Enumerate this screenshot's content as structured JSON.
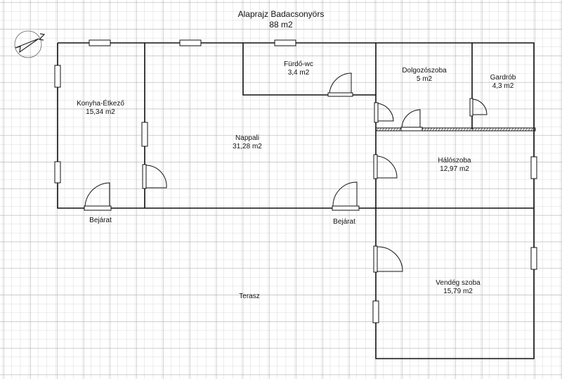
{
  "plan": {
    "title": "Alaprajz Badacsonyörs",
    "total_area": "88 m2",
    "rooms": [
      {
        "name": "Konyha-Étkező",
        "area": "15,34 m2"
      },
      {
        "name": "Nappali",
        "area": "31,28 m2"
      },
      {
        "name": "Fürdő-wc",
        "area": "3,4 m2"
      },
      {
        "name": "Dolgozószoba",
        "area": "5 m2"
      },
      {
        "name": "Gardrób",
        "area": "4,3 m2"
      },
      {
        "name": "Hálószoba",
        "area": "12,97 m2"
      },
      {
        "name": "Vendég szoba",
        "area": "15,79 m2"
      }
    ],
    "entrances": [
      "Bejárat",
      "Bejárat"
    ],
    "terrace": "Terasz",
    "compass_icon": "north-arrow-icon"
  }
}
